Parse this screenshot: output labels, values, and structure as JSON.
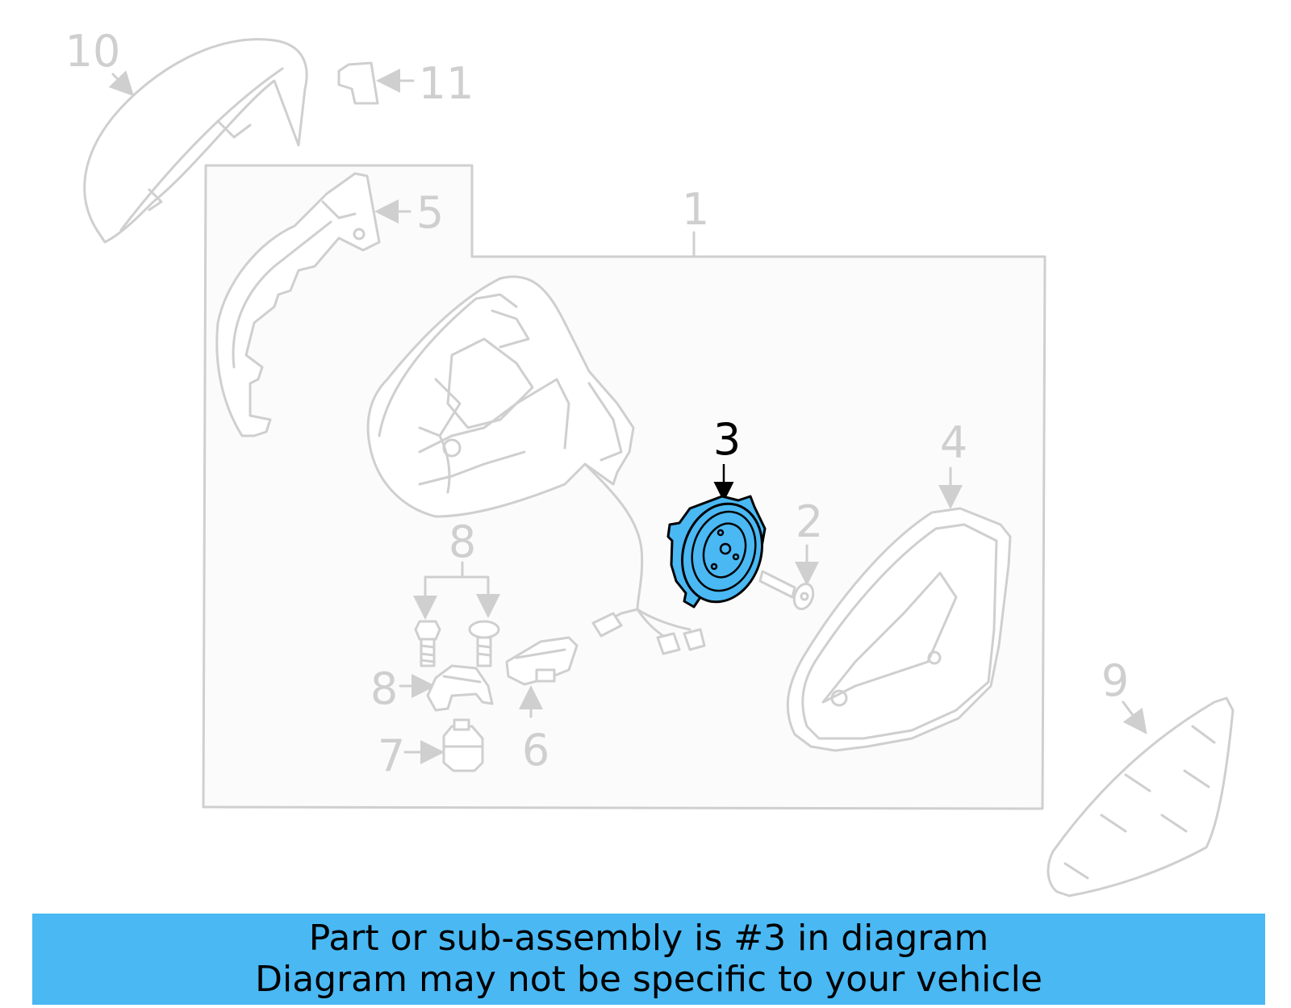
{
  "diagram": {
    "callouts": {
      "c1": "1",
      "c2": "2",
      "c3": "3",
      "c4": "4",
      "c5": "5",
      "c6": "6",
      "c7": "7",
      "c8a": "8",
      "c8b": "8",
      "c9": "9",
      "c10": "10",
      "c11": "11"
    },
    "highlighted_part": "3",
    "highlight_color": "#4ab8f3"
  },
  "banner": {
    "line1": "Part or sub-assembly is #3 in diagram",
    "line2": "Diagram may not be specific to your vehicle",
    "background": "#4ab8f3"
  }
}
